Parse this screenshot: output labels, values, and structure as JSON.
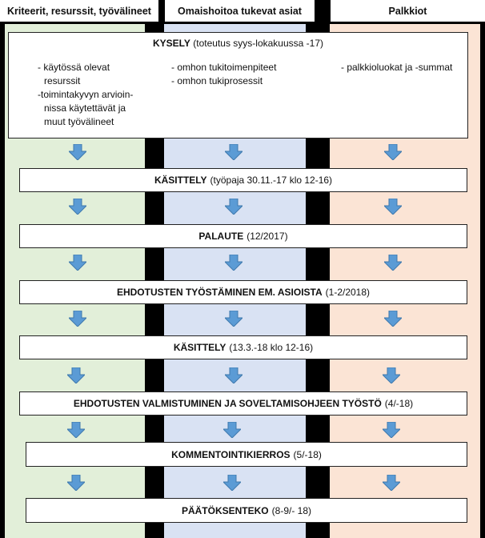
{
  "headers": [
    "Kriteerit, resurssit, työvälineet",
    "Omaishoitoa tukevat asiat",
    "Palkkiot"
  ],
  "colors": {
    "col1": "#e2efd9",
    "col2": "#d9e2f3",
    "col3": "#fbe4d5",
    "arrow": "#5b9bd5"
  },
  "kysely": {
    "title_bold": "KYSELY",
    "title_rest": "(toteutus syys-lokakuussa -17)",
    "col1": [
      "- käytössä olevat resurssit",
      "-toimintakyvyn arvioin-nissa käytettävät ja muut työvälineet"
    ],
    "col2": [
      "- omhon tukitoimenpiteet",
      "- omhon tukiprosessit"
    ],
    "col3": [
      "- palkkioluokat ja -summat"
    ]
  },
  "steps": [
    {
      "bold": "KÄSITTELY",
      "rest": "(työpaja 30.11.-17 klo 12-16)"
    },
    {
      "bold": "PALAUTE",
      "rest": "(12/2017)"
    },
    {
      "bold": "EHDOTUSTEN TYÖSTÄMINEN EM. ASIOISTA",
      "rest": "(1-2/2018)"
    },
    {
      "bold": "KÄSITTELY",
      "rest": "(13.3.-18 klo 12-16)"
    },
    {
      "bold": "EHDOTUSTEN VALMISTUMINEN JA SOVELTAMISOHJEEN TYÖSTÖ",
      "rest": "(4/-18)"
    },
    {
      "bold": "KOMMENTOINTIKIERROS",
      "rest": "(5/-18)"
    },
    {
      "bold": "PÄÄTÖKSENTEKO",
      "rest": "(8-9/- 18)"
    }
  ]
}
